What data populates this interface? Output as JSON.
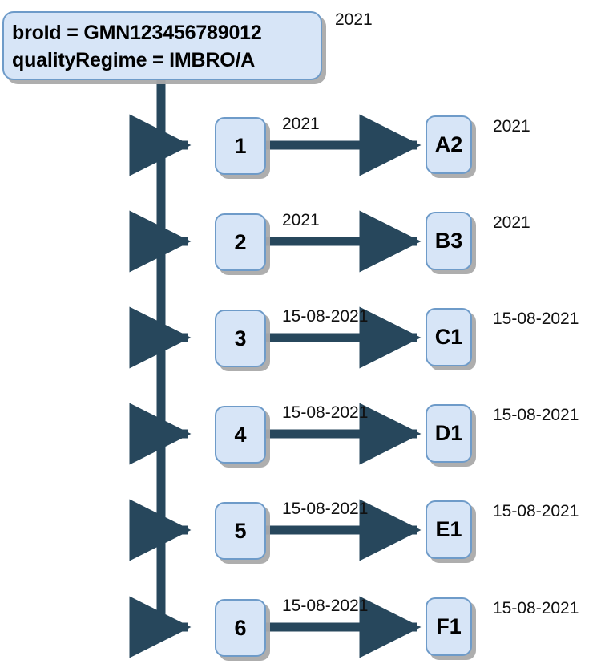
{
  "diagram": {
    "type": "tree",
    "root": {
      "lines": [
        "broId = GMN123456789012",
        "qualityRegime = IMBRO/A"
      ],
      "date_label": "2021"
    },
    "colors": {
      "node_fill": "#d7e5f7",
      "node_border": "#6e9bc9",
      "connector": "#27475c",
      "shadow": "#aaaaaa",
      "text": "#000000",
      "background": "#ffffff"
    },
    "branches": [
      {
        "number_label": "1",
        "edge_date": "2021",
        "target_label": "A2",
        "target_date": "2021"
      },
      {
        "number_label": "2",
        "edge_date": "2021",
        "target_label": "B3",
        "target_date": "2021"
      },
      {
        "number_label": "3",
        "edge_date": "15-08-2021",
        "target_label": "C1",
        "target_date": "15-08-2021"
      },
      {
        "number_label": "4",
        "edge_date": "15-08-2021",
        "target_label": "D1",
        "target_date": "15-08-2021"
      },
      {
        "number_label": "5",
        "edge_date": "15-08-2021",
        "target_label": "E1",
        "target_date": "15-08-2021"
      },
      {
        "number_label": "6",
        "edge_date": "15-08-2021",
        "target_label": "F1",
        "target_date": "15-08-2021"
      }
    ]
  }
}
